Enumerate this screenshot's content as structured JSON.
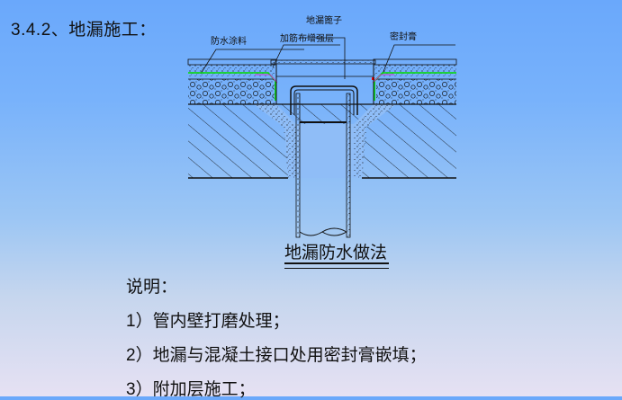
{
  "section": {
    "title": "3.4.2、地漏施工："
  },
  "diagram": {
    "labels": {
      "drain_grate": "地漏篦子",
      "reinforced_cloth_layer": "加筋布增强层",
      "waterproof_coating": "防水涂料",
      "sealant": "密封膏"
    },
    "caption": "地漏防水做法",
    "colors": {
      "waterproof_line": "#00dd00",
      "reinforce_line": "#cc33cc",
      "sealant_mark": "#ff0000",
      "line": "#111111"
    }
  },
  "notes": {
    "heading": "说明：",
    "items": [
      {
        "num": "1）",
        "text": "管内壁打磨处理；"
      },
      {
        "num": "2）",
        "text": "地漏与混凝土接口处用密封膏嵌填；"
      },
      {
        "num": "3）",
        "text": "附加层施工；"
      }
    ]
  }
}
